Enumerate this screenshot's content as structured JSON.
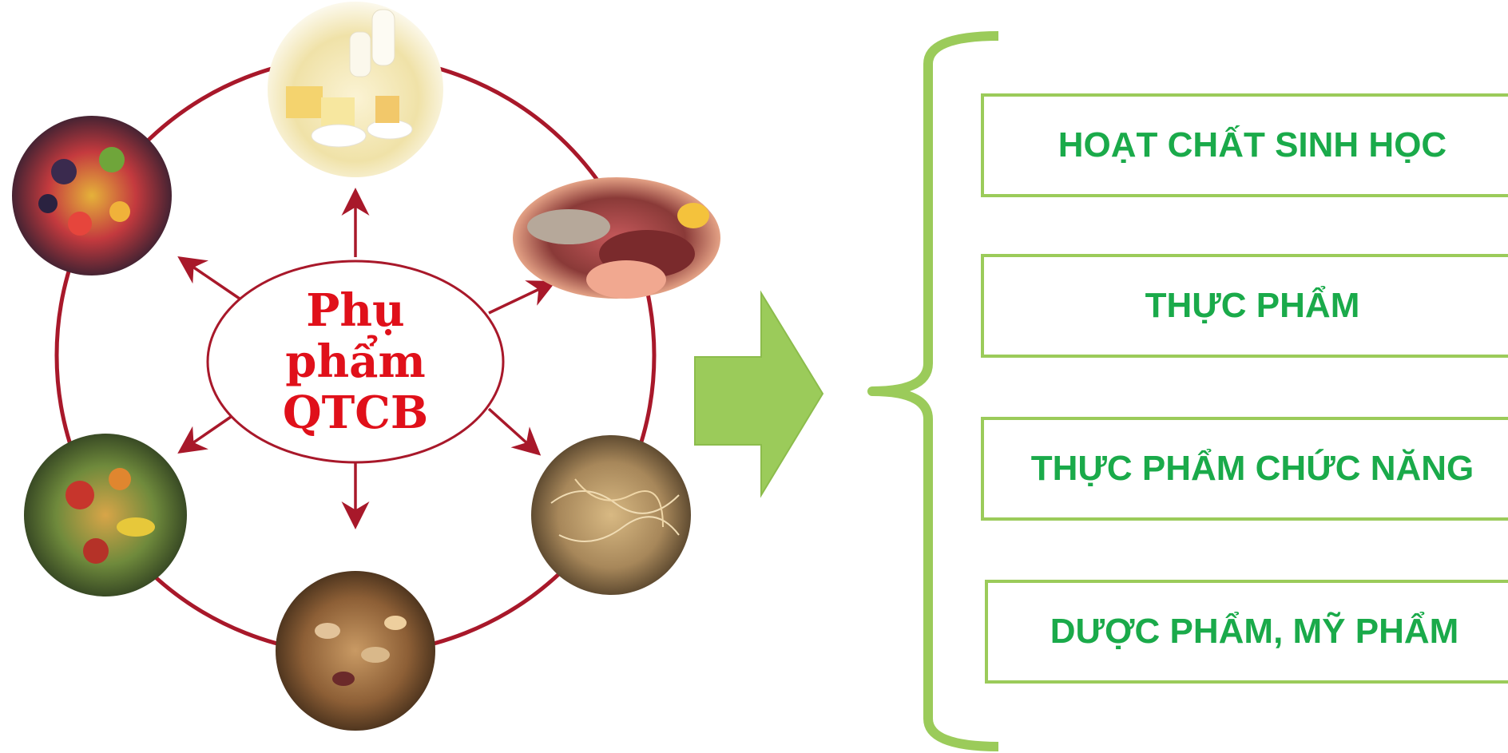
{
  "center": {
    "line1": "Phụ",
    "line2": "phẩm",
    "line3": "QTCB"
  },
  "food_images": [
    {
      "name": "dairy-products"
    },
    {
      "name": "meat-and-fish"
    },
    {
      "name": "fibrous-residue"
    },
    {
      "name": "nuts-and-seeds"
    },
    {
      "name": "vegetable-scraps"
    },
    {
      "name": "mixed-fruits"
    }
  ],
  "outputs": [
    {
      "label": "HOẠT CHẤT SINH HỌC"
    },
    {
      "label": "THỰC PHẨM"
    },
    {
      "label": "THỰC PHẨM CHỨC NĂNG"
    },
    {
      "label": "DƯỢC PHẨM, MỸ PHẨM"
    }
  ],
  "colors": {
    "ring": "#a8182a",
    "center_text": "#e0101a",
    "green_arrow": "#9bcb5a",
    "box_border": "#9bcb5a",
    "box_text": "#1aaa4a"
  }
}
